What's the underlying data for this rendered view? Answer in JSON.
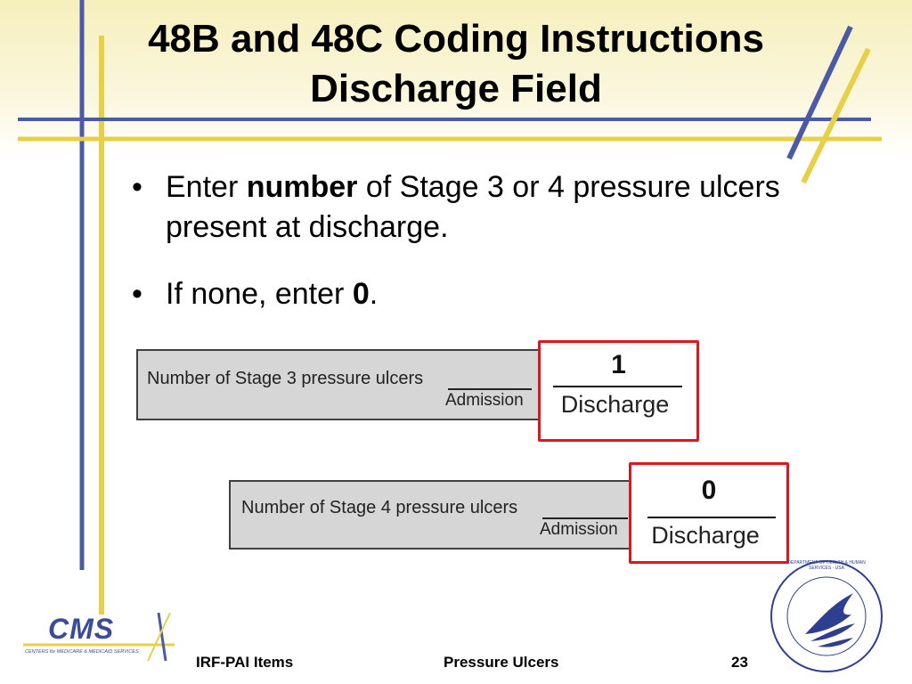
{
  "slide": {
    "title_line1": "48B and 48C Coding Instructions",
    "title_line2": "Discharge Field"
  },
  "bullets": [
    {
      "pre": "Enter ",
      "bold": "number",
      "post": " of Stage 3 or 4 pressure ulcers present at discharge."
    },
    {
      "pre": "If none, enter ",
      "bold": "0",
      "post": "."
    }
  ],
  "forms": [
    {
      "label": "Number of Stage 3 pressure ulcers",
      "admission_label": "Admission",
      "discharge_value": "1",
      "discharge_label": "Discharge"
    },
    {
      "label": "Number of Stage 4 pressure ulcers",
      "admission_label": "Admission",
      "discharge_value": "0",
      "discharge_label": "Discharge"
    }
  ],
  "logos": {
    "cms_text": "CMS",
    "cms_tagline": "CENTERS for MEDICARE & MEDICAID SERVICES",
    "hhs_seal_text": "DEPARTMENT OF HEALTH & HUMAN SERVICES · USA"
  },
  "footer": {
    "left": "IRF-PAI Items",
    "center": "Pressure Ulcers",
    "page_number": "23"
  },
  "colors": {
    "accent_blue": "#4a5aa6",
    "accent_yellow": "#e8cf48",
    "highlight_red": "#e0161f",
    "form_gray": "#d6d6d6"
  }
}
